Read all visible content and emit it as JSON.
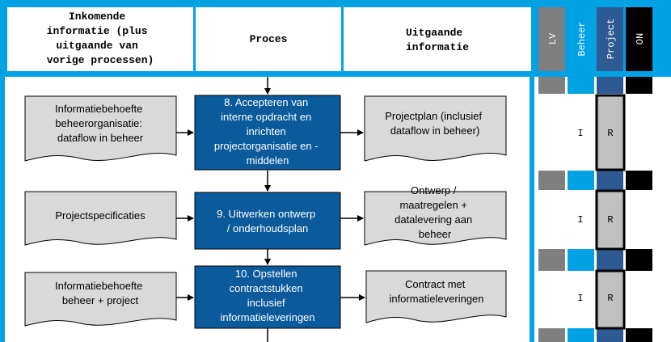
{
  "colors": {
    "frame": "#00a2e3",
    "process": "#0a5a9c",
    "doc_fill": "#d9d9d9",
    "lv": "#7f7f7f",
    "beheer": "#00a2e3",
    "project": "#2e5a94",
    "on": "#000000",
    "cell_highlight": "#c0c0c0"
  },
  "header": {
    "input_title": [
      "Inkomende",
      "informatie (plus",
      "uitgaande van",
      "vorige processen)"
    ],
    "process_title": "Proces",
    "output_title": [
      "Uitgaande",
      "informatie"
    ],
    "roles": [
      "LV",
      "Beheer",
      "Project",
      "ON"
    ]
  },
  "rows": [
    {
      "input": [
        "Informatiebehoefte",
        "beheerorganisatie:",
        "dataflow in beheer"
      ],
      "process": [
        "8. Accepteren van",
        "interne opdracht en",
        "inrichten",
        "projectorganisatie en -",
        "middelen"
      ],
      "output": [
        "Projectplan (inclusief",
        "dataflow in beheer)"
      ],
      "beheer": "I",
      "project": "R"
    },
    {
      "input": [
        "Projectspecificaties"
      ],
      "process": [
        "9. Uitwerken ontwerp",
        "/ onderhoudsplan"
      ],
      "output": [
        "Ontwerp /",
        "maatregelen +",
        "datalevering aan",
        "beheer"
      ],
      "beheer": "I",
      "project": "R"
    },
    {
      "input": [
        "Informatiebehoefte",
        "beheer + project"
      ],
      "process": [
        "10. Opstellen",
        "contractstukken",
        "inclusief",
        "informatieleveringen"
      ],
      "output": [
        "Contract met",
        "informatieleveringen"
      ],
      "beheer": "I",
      "project": "R"
    }
  ]
}
